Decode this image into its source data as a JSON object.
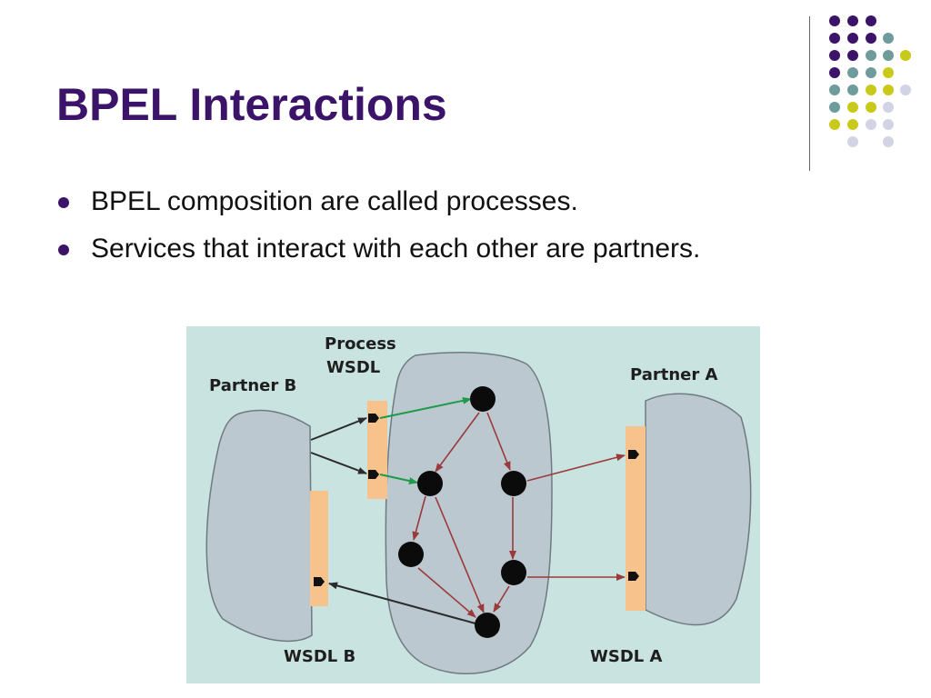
{
  "slide": {
    "title": "BPEL Interactions",
    "bullets": [
      "BPEL composition are called processes.",
      "Services that interact with each other are partners."
    ]
  },
  "diagram": {
    "labels": {
      "process_line1": "Process",
      "process_line2": "WSDL",
      "partner_b": "Partner B",
      "partner_a": "Partner A",
      "wsdl_b": "WSDL B",
      "wsdl_a": "WSDL A"
    },
    "colors": {
      "background": "#c9e3e1",
      "shape_fill": "#bcc8cf",
      "port_bar": "#f7c28b",
      "node": "#0b0b0b",
      "arrow_internal": "#9a3a3a",
      "arrow_inbound": "#1d9a4a",
      "arrow_partner": "#2b2b2b"
    }
  },
  "theme": {
    "title_color": "#3b1469",
    "dot_colors": [
      "#3b1469",
      "#6e9c9c",
      "#c9c91a",
      "#d3d3e6"
    ]
  }
}
